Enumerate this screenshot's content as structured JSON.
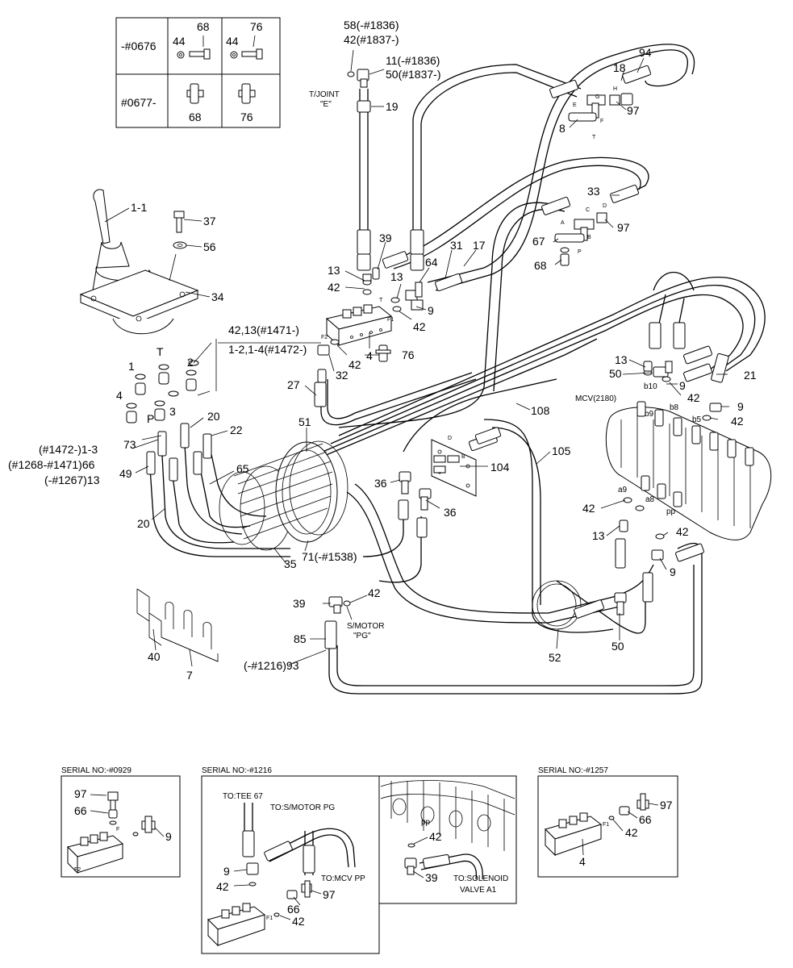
{
  "table": {
    "rows": [
      {
        "serial": "-#0676",
        "left": [
          "44",
          "68"
        ],
        "right": [
          "44",
          "76"
        ]
      },
      {
        "serial": "#0677-",
        "left": [
          "68"
        ],
        "right": [
          "76"
        ]
      }
    ]
  },
  "labels": {
    "l58": "58(-#1836)",
    "l42b": "42(#1837-)",
    "l11": "11(-#1836)",
    "l50b": "50(#1837-)",
    "tjoint1": "T/JOINT",
    "tjoint2": "\"E\"",
    "l19": "19",
    "l94": "94",
    "l18": "18",
    "l97a": "97",
    "l8": "8",
    "l1_1": "1-1",
    "l37": "37",
    "l56": "56",
    "l34": "34",
    "l39a": "39",
    "l13a": "13",
    "l42a": "42",
    "l13b": "13",
    "l64": "64",
    "l31": "31",
    "l17": "17",
    "l33": "33",
    "l97b": "97",
    "l67": "67",
    "l68b": "68",
    "l9a": "9",
    "l42c": "42",
    "l42_13": "42,13(#1471-)",
    "l1_2": "1-2,1-4(#1472-)",
    "l76b": "76",
    "l4": "4",
    "l32": "32",
    "l42d": "42",
    "pT": "T",
    "p1": "1",
    "p2": "2",
    "p4": "4",
    "p3": "3",
    "pP": "P",
    "l27": "27",
    "l20a": "20",
    "l22": "22",
    "l73": "73",
    "l1_3": "(#1472-)1-3",
    "l66a": "(#1268-#1471)66",
    "l13c": "(-#1267)13",
    "l49": "49",
    "l51": "51",
    "l65": "65",
    "l20b": "20",
    "l35": "35",
    "l71": "71(-#1538)",
    "l36a": "36",
    "l36b": "36",
    "l104": "104",
    "l108": "108",
    "l105": "105",
    "l13d": "13",
    "l50a": "50",
    "l21": "21",
    "b10": "b10",
    "l9b": "9",
    "l42e": "42",
    "mcv": "MCV(2180)",
    "b9": "b9",
    "b8": "b8",
    "l9c": "9",
    "b5": "b5",
    "l42f": "42",
    "a9": "a9",
    "a8": "a8",
    "l42g": "42",
    "pp": "pp",
    "l13e": "13",
    "l42h": "42",
    "l9d": "9",
    "l39b": "39",
    "l42i": "42",
    "smotor1": "S/MOTOR",
    "smotor2": "\"PG\"",
    "l85": "85",
    "l93": "(-#1216)93",
    "l40": "40",
    "l7": "7",
    "l52": "52",
    "l50c": "50",
    "portA": "A",
    "portB": "B",
    "portC": "C",
    "portD": "D",
    "portP": "P",
    "portE": "E",
    "portF": "F",
    "portG": "G",
    "portH": "H",
    "portT": "T"
  },
  "insets": {
    "serial929": {
      "title": "SERIAL NO:-#0929",
      "l97": "97",
      "l66": "66",
      "l9": "9"
    },
    "serial1216": {
      "title": "SERIAL NO:-#1216",
      "tee": "TO:TEE 67",
      "smotor": "TO:S/MOTOR PG",
      "mcvpp": "TO:MCV PP",
      "l9": "9",
      "l42a": "42",
      "l97": "97",
      "l66": "66",
      "l42b": "42",
      "pp": "pp",
      "l42c": "42",
      "l39": "39",
      "solenoid1": "TO:SOLENOID",
      "solenoid2": "VALVE A1"
    },
    "serial1257": {
      "title": "SERIAL NO:-#1257",
      "l97": "97",
      "l66": "66",
      "l42": "42",
      "l4": "4"
    }
  }
}
